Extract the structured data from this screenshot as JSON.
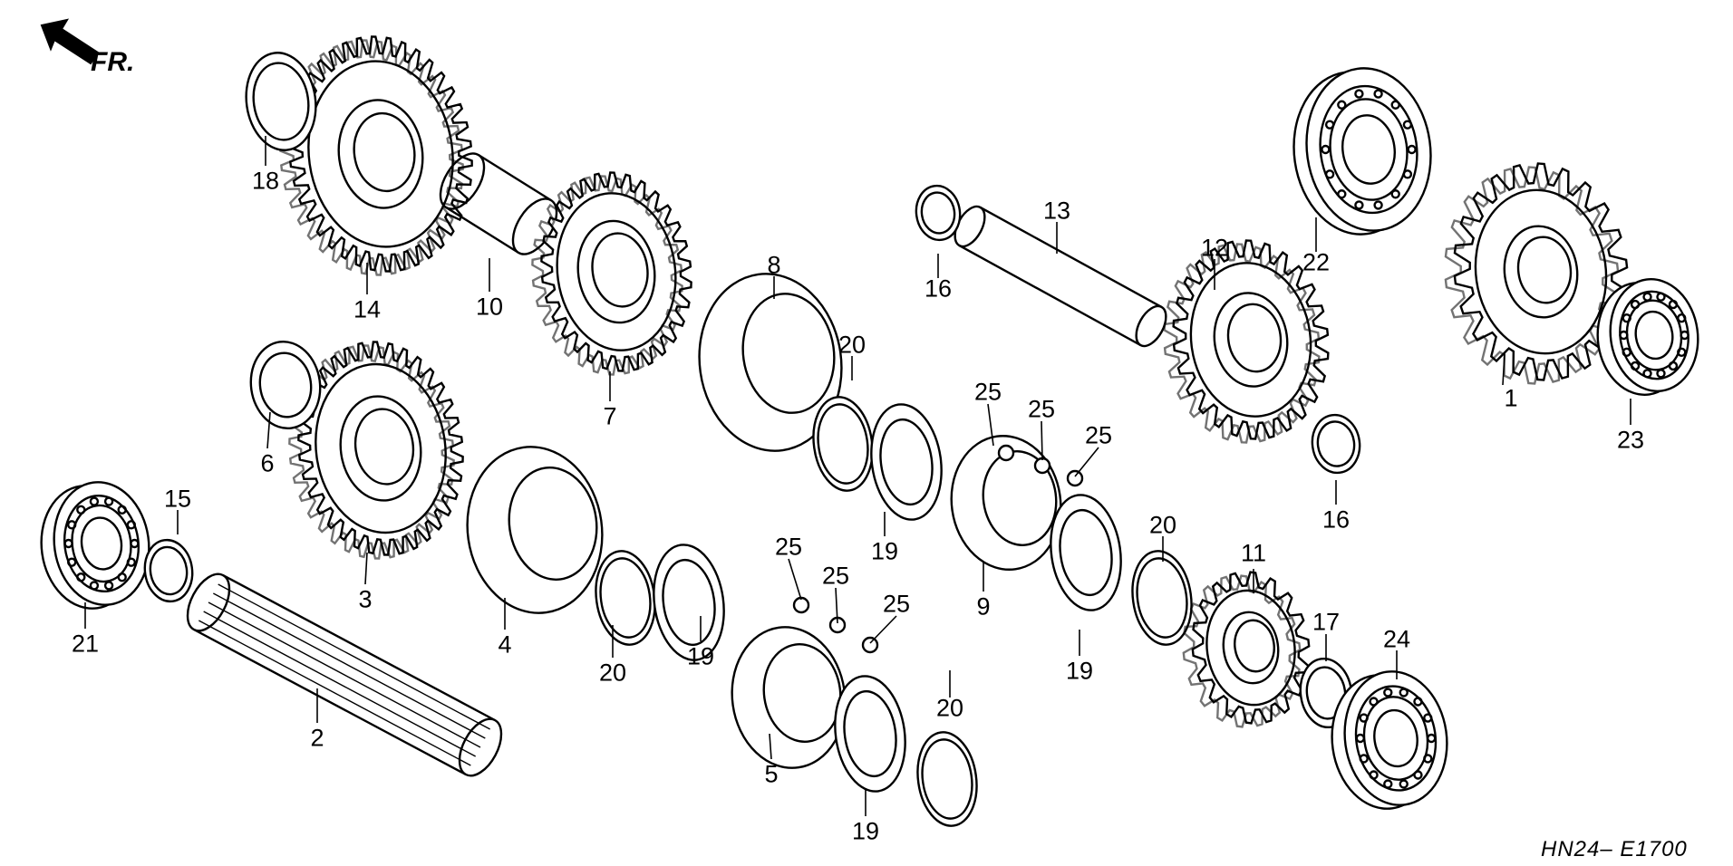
{
  "front_indicator": {
    "label": "FR.",
    "icon": "front-arrow-icon"
  },
  "reference_code": "HN24– E1700",
  "part_numbers": [
    "1",
    "2",
    "3",
    "4",
    "5",
    "6",
    "7",
    "8",
    "9",
    "10",
    "11",
    "12",
    "13",
    "14",
    "15",
    "16",
    "17",
    "18",
    "19",
    "20",
    "21",
    "22",
    "23",
    "24",
    "25"
  ],
  "callouts": [
    {
      "id": "c1",
      "text": "1"
    },
    {
      "id": "c2",
      "text": "2"
    },
    {
      "id": "c3",
      "text": "3"
    },
    {
      "id": "c4",
      "text": "4"
    },
    {
      "id": "c5",
      "text": "5"
    },
    {
      "id": "c6",
      "text": "6"
    },
    {
      "id": "c7",
      "text": "7"
    },
    {
      "id": "c8",
      "text": "8"
    },
    {
      "id": "c9",
      "text": "9"
    },
    {
      "id": "c10",
      "text": "10"
    },
    {
      "id": "c11",
      "text": "11"
    },
    {
      "id": "c12",
      "text": "12"
    },
    {
      "id": "c13",
      "text": "13"
    },
    {
      "id": "c14",
      "text": "14"
    },
    {
      "id": "c15",
      "text": "15"
    },
    {
      "id": "c16a",
      "text": "16"
    },
    {
      "id": "c16b",
      "text": "16"
    },
    {
      "id": "c17",
      "text": "17"
    },
    {
      "id": "c18",
      "text": "18"
    },
    {
      "id": "c19a",
      "text": "19"
    },
    {
      "id": "c19b",
      "text": "19"
    },
    {
      "id": "c19c",
      "text": "19"
    },
    {
      "id": "c19d",
      "text": "19"
    },
    {
      "id": "c20a",
      "text": "20"
    },
    {
      "id": "c20b",
      "text": "20"
    },
    {
      "id": "c20c",
      "text": "20"
    },
    {
      "id": "c20d",
      "text": "20"
    },
    {
      "id": "c21",
      "text": "21"
    },
    {
      "id": "c22",
      "text": "22"
    },
    {
      "id": "c23",
      "text": "23"
    },
    {
      "id": "c24",
      "text": "24"
    },
    {
      "id": "c25a",
      "text": "25"
    },
    {
      "id": "c25b",
      "text": "25"
    },
    {
      "id": "c25c",
      "text": "25"
    },
    {
      "id": "c25d",
      "text": "25"
    },
    {
      "id": "c25e",
      "text": "25"
    },
    {
      "id": "c25f",
      "text": "25"
    }
  ]
}
